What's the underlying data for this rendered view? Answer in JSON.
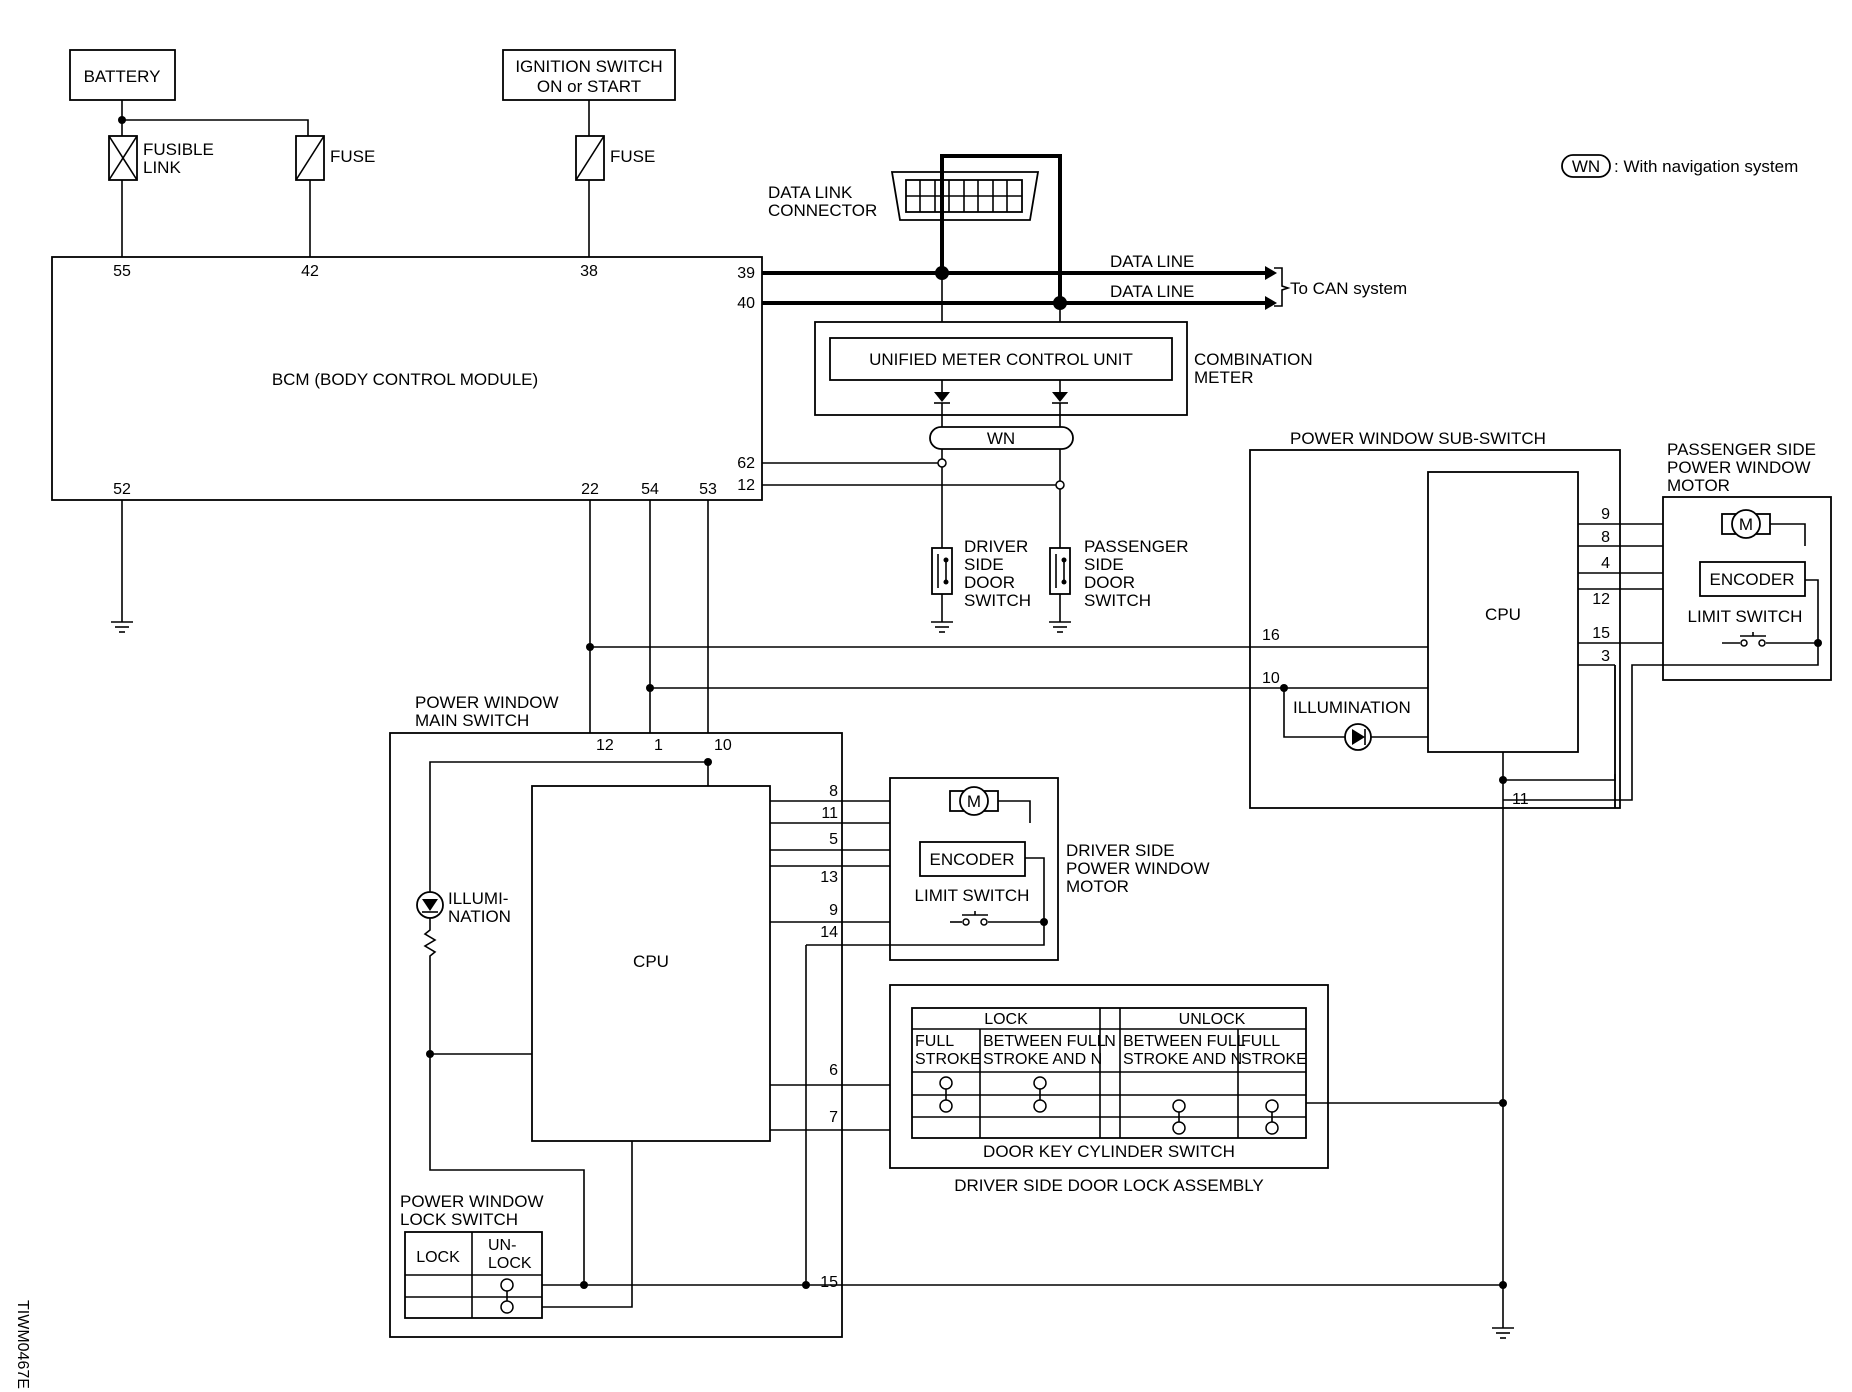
{
  "legend": {
    "symbol": "WN",
    "text": ": With navigation system"
  },
  "power": {
    "battery": "BATTERY",
    "ign_line1": "IGNITION SWITCH",
    "ign_line2": "ON or START",
    "fusible_line1": "FUSIBLE",
    "fusible_line2": "LINK",
    "fuse": "FUSE"
  },
  "bcm": {
    "label": "BCM (BODY CONTROL MODULE)",
    "pins": {
      "p55": "55",
      "p42": "42",
      "p38": "38",
      "p39": "39",
      "p40": "40",
      "p62": "62",
      "p12": "12",
      "p52": "52",
      "p22": "22",
      "p54": "54",
      "p53": "53"
    }
  },
  "dlc": {
    "line1": "DATA LINK",
    "line2": "CONNECTOR"
  },
  "can": {
    "data_line": "DATA LINE",
    "to_can": "To CAN system"
  },
  "meter": {
    "unit": "UNIFIED METER CONTROL UNIT",
    "comb_line1": "COMBINATION",
    "comb_line2": "METER",
    "wn": "WN"
  },
  "door_switch": {
    "driver": [
      "DRIVER",
      "SIDE",
      "DOOR",
      "SWITCH"
    ],
    "passenger": [
      "PASSENGER",
      "SIDE",
      "DOOR",
      "SWITCH"
    ]
  },
  "sub_switch": {
    "title": "POWER WINDOW SUB-SWITCH",
    "cpu": "CPU",
    "illumination": "ILLUMINATION",
    "pins": {
      "p16": "16",
      "p10": "10",
      "p11": "11",
      "p9": "9",
      "p8": "8",
      "p4": "4",
      "p12": "12",
      "p15": "15",
      "p3": "3"
    }
  },
  "passenger_motor": {
    "title": [
      "PASSENGER SIDE",
      "POWER WINDOW",
      "MOTOR"
    ],
    "motor": "M",
    "encoder": "ENCODER",
    "limit": "LIMIT SWITCH"
  },
  "main_switch": {
    "title": [
      "POWER WINDOW",
      "MAIN SWITCH"
    ],
    "cpu": "CPU",
    "illum": [
      "ILLUMI-",
      "NATION"
    ],
    "pins": {
      "p12": "12",
      "p1": "1",
      "p10": "10",
      "p8": "8",
      "p11": "11",
      "p5": "5",
      "p13": "13",
      "p9": "9",
      "p14": "14",
      "p6": "6",
      "p7": "7",
      "p15": "15"
    }
  },
  "driver_motor": {
    "title": [
      "DRIVER SIDE",
      "POWER WINDOW",
      "MOTOR"
    ],
    "motor": "M",
    "encoder": "ENCODER",
    "limit": "LIMIT SWITCH"
  },
  "lock_switch": {
    "title": [
      "POWER WINDOW",
      "LOCK SWITCH"
    ],
    "lock": "LOCK",
    "unlock": [
      "UN-",
      "LOCK"
    ]
  },
  "key_cylinder": {
    "lock": "LOCK",
    "unlock": "UNLOCK",
    "full": [
      "FULL",
      "STROKE"
    ],
    "between": [
      "BETWEEN FULL",
      "STROKE AND N"
    ],
    "n": "N",
    "switch_label": "DOOR KEY CYLINDER SWITCH",
    "assembly": "DRIVER SIDE DOOR LOCK ASSEMBLY"
  },
  "doc_code": "TIWM0467E"
}
